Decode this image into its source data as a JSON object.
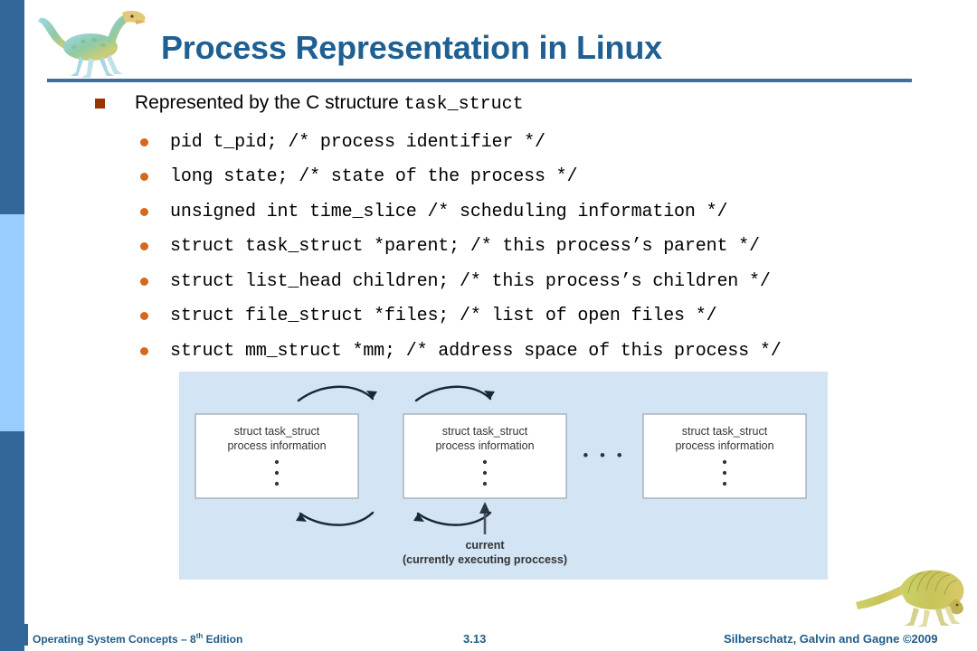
{
  "slide": {
    "title": "Process Representation in Linux",
    "accent_dark": "#336699",
    "accent_light": "#99CCFF",
    "title_color": "#1F6093",
    "square_bullet_color": "#993300",
    "dot_bullet_color": "#D2691E",
    "diagram_bg": "#D3E4F5"
  },
  "content": {
    "main_bullet": {
      "text_prefix": "Represented by the C structure ",
      "code": "task_struct"
    },
    "code_lines": [
      "pid t_pid; /* process identifier */",
      "long state; /* state of the process */",
      "unsigned int time_slice /* scheduling information */",
      "struct task_struct *parent; /* this process’s parent */",
      "struct list_head children; /* this process’s children */",
      "struct file_struct *files; /* list of open files */",
      "struct mm_struct *mm; /* address space of this process */"
    ]
  },
  "diagram": {
    "boxes": [
      {
        "line1": "struct task_struct",
        "line2": "process information"
      },
      {
        "line1": "struct task_struct",
        "line2": "process information"
      },
      {
        "line1": "struct task_struct",
        "line2": "process information"
      }
    ],
    "ellipsis": "• • •",
    "caption_line1": "current",
    "caption_line2": "(currently executing proccess)"
  },
  "footer": {
    "left_prefix": "Operating System Concepts – 8",
    "left_sup": "th",
    "left_suffix": " Edition",
    "page": "3.13",
    "right": "Silberschatz, Galvin and Gagne ©2009"
  }
}
